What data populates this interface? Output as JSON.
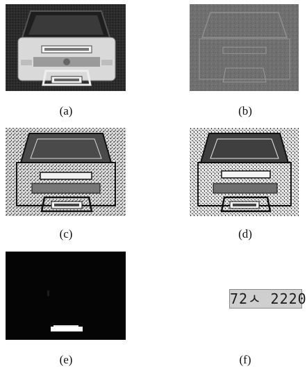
{
  "figure": {
    "panels": [
      {
        "id": "a",
        "caption": "(a)",
        "content": "photo of a van front with license plate"
      },
      {
        "id": "b",
        "caption": "(b)",
        "content": "low-contrast edge/texture map of the van"
      },
      {
        "id": "c",
        "caption": "(c)",
        "content": "edge-enhanced van image"
      },
      {
        "id": "d",
        "caption": "(d)",
        "content": "edge-enhanced van image, alternate filter"
      },
      {
        "id": "e",
        "caption": "(e)",
        "content": "black mask with a white plate-region blob"
      },
      {
        "id": "f",
        "caption": "(f)",
        "content": "extracted license plate crop",
        "plate_text": "72ㅅ 2220"
      }
    ]
  }
}
